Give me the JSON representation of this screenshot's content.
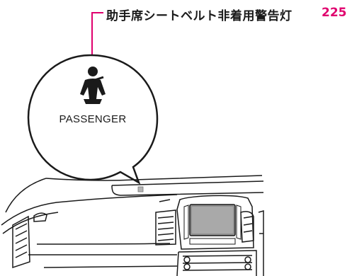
{
  "callout": {
    "title": "助手席シートベルト非着用警告灯",
    "page_number": "225",
    "accent_color": "#e0006e"
  },
  "indicator": {
    "label": "PASSENGER",
    "icon": "seatbelt-warning-icon"
  },
  "illustration": {
    "subject": "dashboard",
    "indicator_marker": "indicator-location-marker"
  }
}
